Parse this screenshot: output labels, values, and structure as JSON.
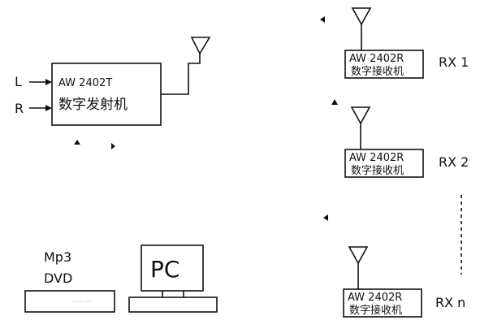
{
  "transmitter": {
    "model": "AW 2402T",
    "name": "数字发射机",
    "inputs": [
      "L",
      "R"
    ]
  },
  "receivers": [
    {
      "model": "AW 2402R",
      "name": "数字接收机",
      "label": "RX 1"
    },
    {
      "model": "AW 2402R",
      "name": "数字接收机",
      "label": "RX 2"
    },
    {
      "model": "AW 2402R",
      "name": "数字接收机",
      "label": "RX n"
    }
  ],
  "sources": {
    "mp3_label": "Mp3",
    "dvd_label": "DVD",
    "pc_label": "PC"
  }
}
